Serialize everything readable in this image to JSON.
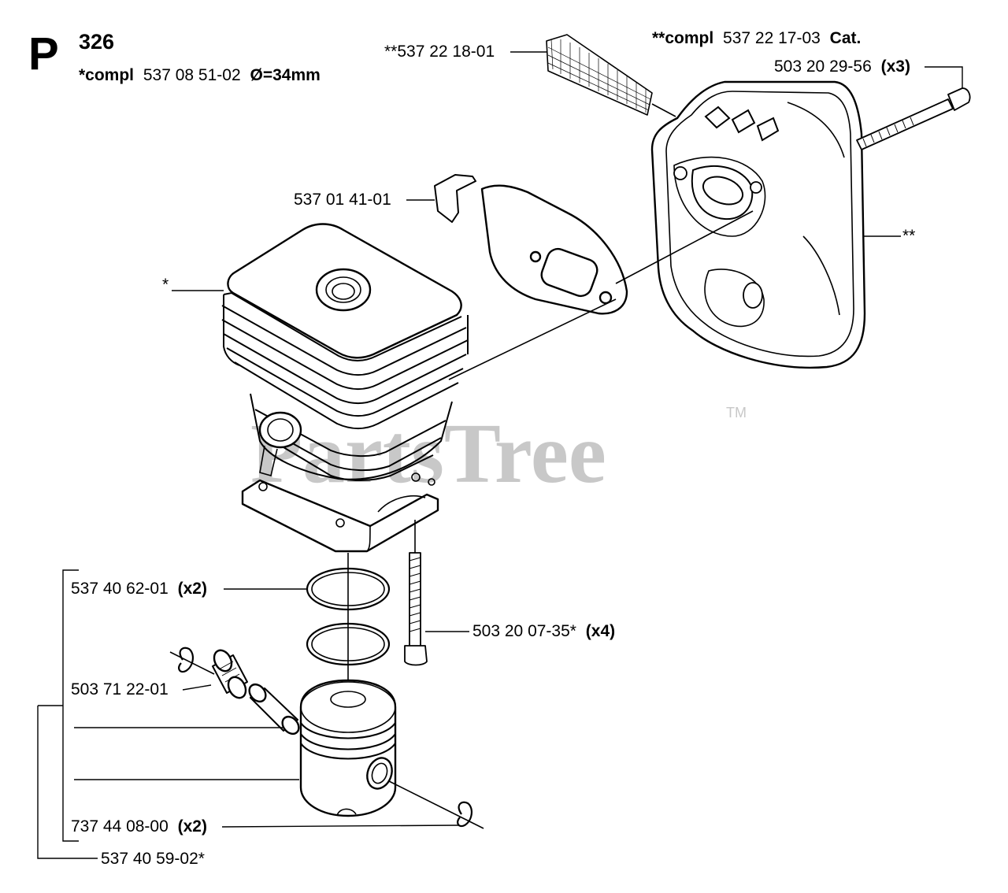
{
  "header": {
    "section_letter": "P",
    "page_number": "326",
    "compl_prefix": "*compl",
    "compl_number": "537 08 51-02",
    "compl_size": "Ø=34mm"
  },
  "callouts": {
    "gasket_net": "**537 22 18-01",
    "muffler_compl_prefix": "**compl",
    "muffler_compl_number": "537 22 17-03",
    "muffler_compl_suffix": "Cat.",
    "muffler_bolt_number": "503 20 29-56",
    "muffler_bolt_qty": "(x3)",
    "heat_shield": "537 01 41-01",
    "muffler_marker": "**",
    "cylinder_marker": "*",
    "piston_ring_number": "537 40 62-01",
    "piston_ring_qty": "(x2)",
    "cylinder_screw_number": "503 20 07-35*",
    "cylinder_screw_qty": "(x4)",
    "needle_bearing": "503 71 22-01",
    "circlip_number": "737 44 08-00",
    "circlip_qty": "(x2)",
    "piston_kit": "537 40 59-02*"
  },
  "watermark": {
    "text": "PartsTree",
    "trademark": "TM"
  },
  "colors": {
    "ink": "#000000",
    "watermark": "#c8c8c8",
    "background": "#ffffff"
  }
}
